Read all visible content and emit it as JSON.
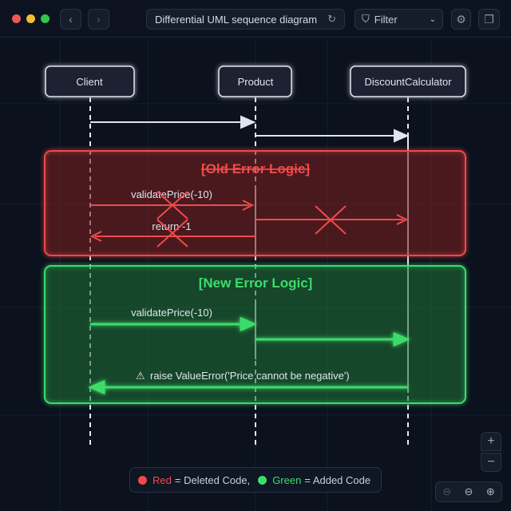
{
  "window": {
    "title": "Differential UML sequence diagram",
    "filter_label": "Filter"
  },
  "icons": {
    "back": "chevron-left-icon",
    "forward": "chevron-right-icon",
    "refresh": "refresh-icon",
    "filter": "filter-icon",
    "settings": "gear-icon",
    "copy": "copy-icon"
  },
  "participants": [
    {
      "name": "Client"
    },
    {
      "name": "Product"
    },
    {
      "name": "DiscountCalculator"
    }
  ],
  "fragments": {
    "old": {
      "title": "[Old Error Logic]",
      "color": "#f04a4a",
      "messages": [
        {
          "label": "validatePrice(-10)"
        },
        {
          "label": ""
        },
        {
          "label": "return -1"
        }
      ]
    },
    "new": {
      "title": "[New Error Logic]",
      "color": "#3ddc6a",
      "messages": [
        {
          "label": "validatePrice(-10)"
        },
        {
          "label": ""
        },
        {
          "label": "raise ValueError('Price cannot be negative')"
        }
      ]
    }
  },
  "legend": {
    "red_word": "Red",
    "red_text": "= Deleted Code,",
    "green_word": "Green",
    "green_text": "= Added Code"
  },
  "zoom": {
    "plus": "+",
    "minus": "−"
  }
}
